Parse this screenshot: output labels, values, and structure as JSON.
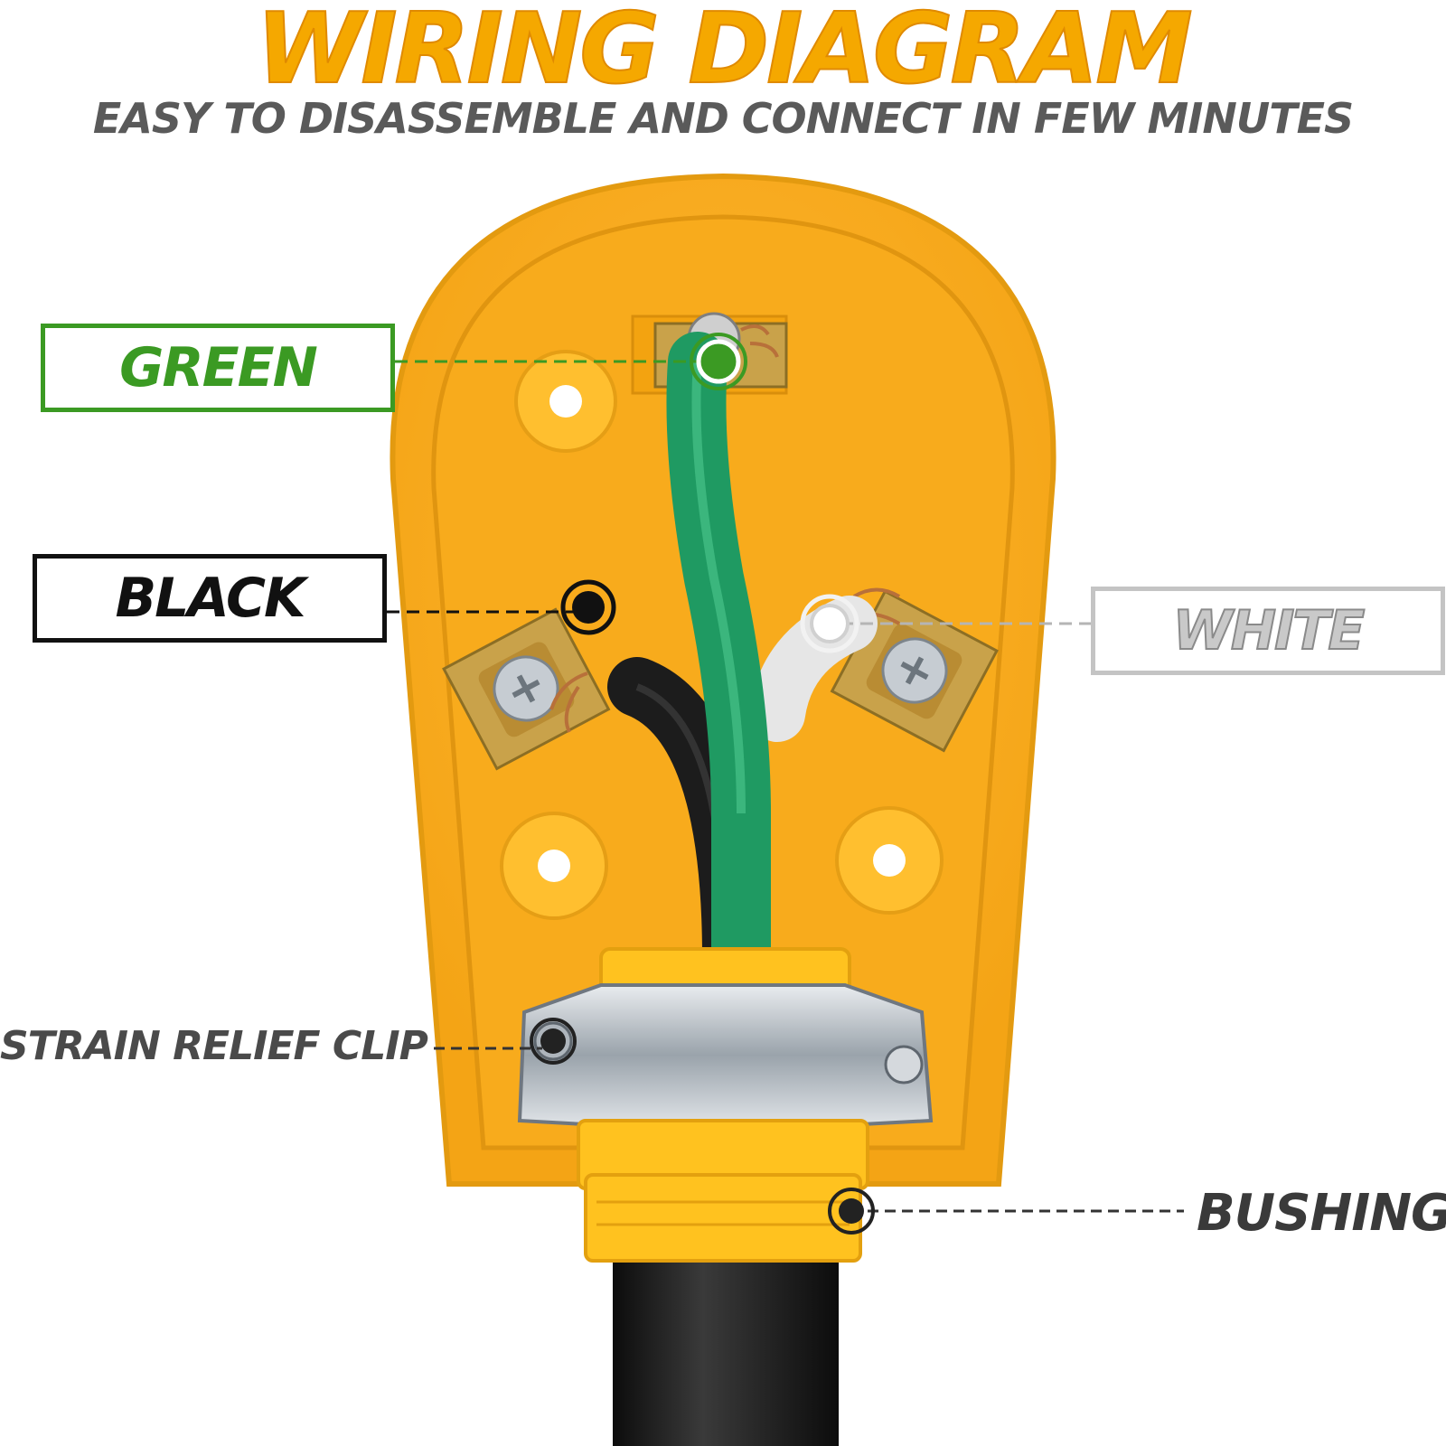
{
  "header": {
    "title": "WIRING DIAGRAM",
    "subtitle": "EASY TO DISASSEMBLE AND CONNECT IN FEW MINUTES"
  },
  "labels": {
    "green": "GREEN",
    "black": "BLACK",
    "white": "WHITE",
    "strain_relief_clip": "STRAIN RELIEF CLIP",
    "bushing": "BUSHING"
  },
  "colors": {
    "title": "#f5a800",
    "plug_body": "#f7b21c",
    "green_wire": "#1f9a62",
    "black_wire": "#1c1c1c",
    "white_wire": "#e6e6e6",
    "green_label": "#3b9a23",
    "brass": "#c9a24a"
  }
}
